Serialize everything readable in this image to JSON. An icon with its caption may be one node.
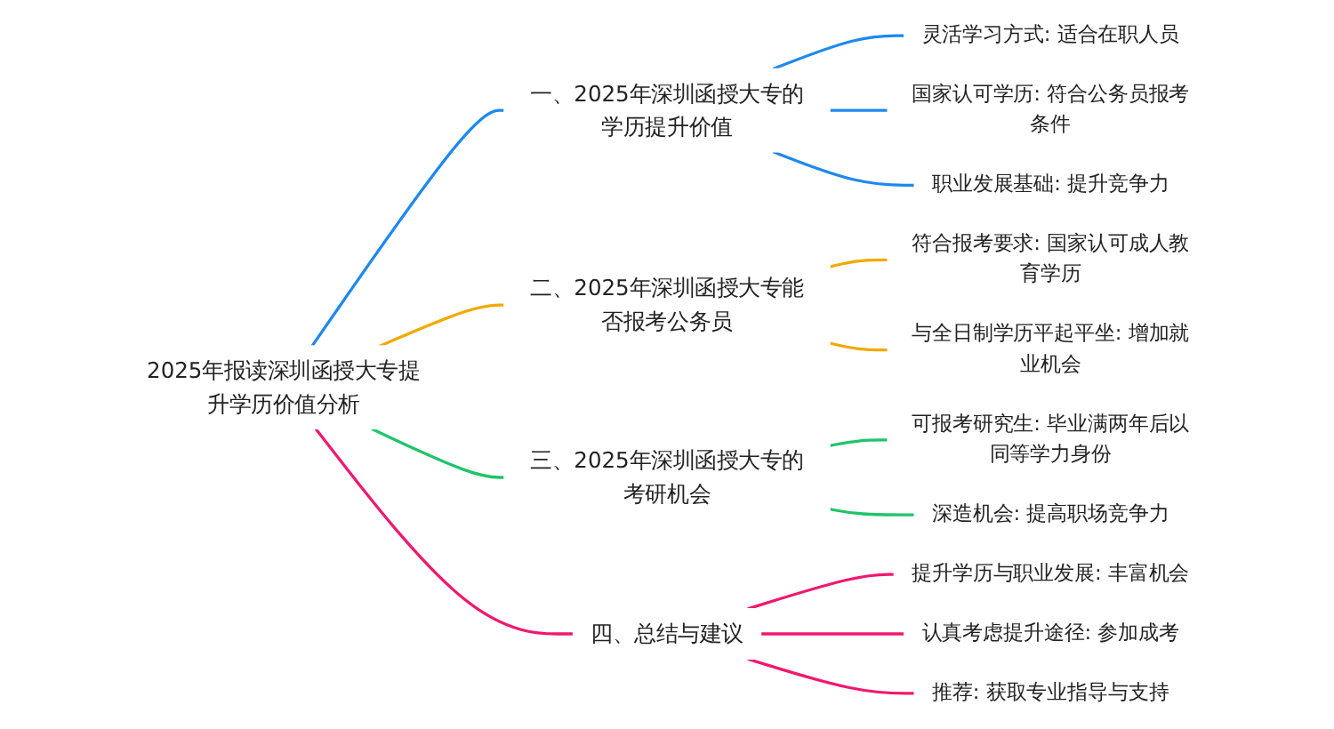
{
  "diagram": {
    "nodes": [
      {
        "text": [
          "2025年报读深圳函授大专提升学历价值分析"
        ]
      },
      {
        "text": [
          "一、2025年深圳函授大专的学历提升价值"
        ]
      },
      {
        "text": [
          "灵活学习方式: 适合在职人员"
        ]
      },
      {
        "text": [
          "国家认可学历: 符合公务员报考条件"
        ]
      },
      {
        "text": [
          "职业发展基础: 提升竞争力"
        ]
      },
      {
        "text": [
          "二、2025年深圳函授大专能否报考公务员"
        ]
      },
      {
        "text": [
          "符合报考要求: 国家认可成人教育学历"
        ]
      },
      {
        "text": [
          "与全日制学历平起平坐: 增加就业机会"
        ]
      },
      {
        "text": [
          "三、2025年深圳函授大专的考研机会"
        ]
      },
      {
        "text": [
          "可报考研究生: 毕业满两年后以同等学力身份"
        ]
      },
      {
        "text": [
          "深造机会: 提高职场竞争力"
        ]
      },
      {
        "text": [
          "四、总结与建议"
        ]
      },
      {
        "text": [
          "提升学历与职业发展: 丰富机会"
        ]
      },
      {
        "text": [
          "认真考虑提升途径: 参加成考"
        ]
      },
      {
        "text": [
          "推荐: 获取专业指导与支持"
        ]
      }
    ],
    "edges": [
      {
        "from": 0,
        "to": 1,
        "arrow": "none",
        "color": "#1e88f0"
      },
      {
        "from": 1,
        "to": 2,
        "arrow": "none",
        "color": "#1e88f0"
      },
      {
        "from": 1,
        "to": 3,
        "arrow": "none",
        "color": "#1e88f0"
      },
      {
        "from": 1,
        "to": 4,
        "arrow": "none",
        "color": "#1e88f0"
      },
      {
        "from": 0,
        "to": 5,
        "arrow": "none",
        "color": "#f2a900"
      },
      {
        "from": 5,
        "to": 6,
        "arrow": "none",
        "color": "#f2a900"
      },
      {
        "from": 5,
        "to": 7,
        "arrow": "none",
        "color": "#f2a900"
      },
      {
        "from": 0,
        "to": 8,
        "arrow": "none",
        "color": "#1fc46a"
      },
      {
        "from": 8,
        "to": 9,
        "arrow": "none",
        "color": "#1fc46a"
      },
      {
        "from": 8,
        "to": 10,
        "arrow": "none",
        "color": "#1fc46a"
      },
      {
        "from": 0,
        "to": 11,
        "arrow": "none",
        "color": "#f0186e"
      },
      {
        "from": 11,
        "to": 12,
        "arrow": "none",
        "color": "#f0186e"
      },
      {
        "from": 11,
        "to": 13,
        "arrow": "none",
        "color": "#f0186e"
      },
      {
        "from": 11,
        "to": 14,
        "arrow": "none",
        "color": "#f0186e"
      }
    ]
  }
}
